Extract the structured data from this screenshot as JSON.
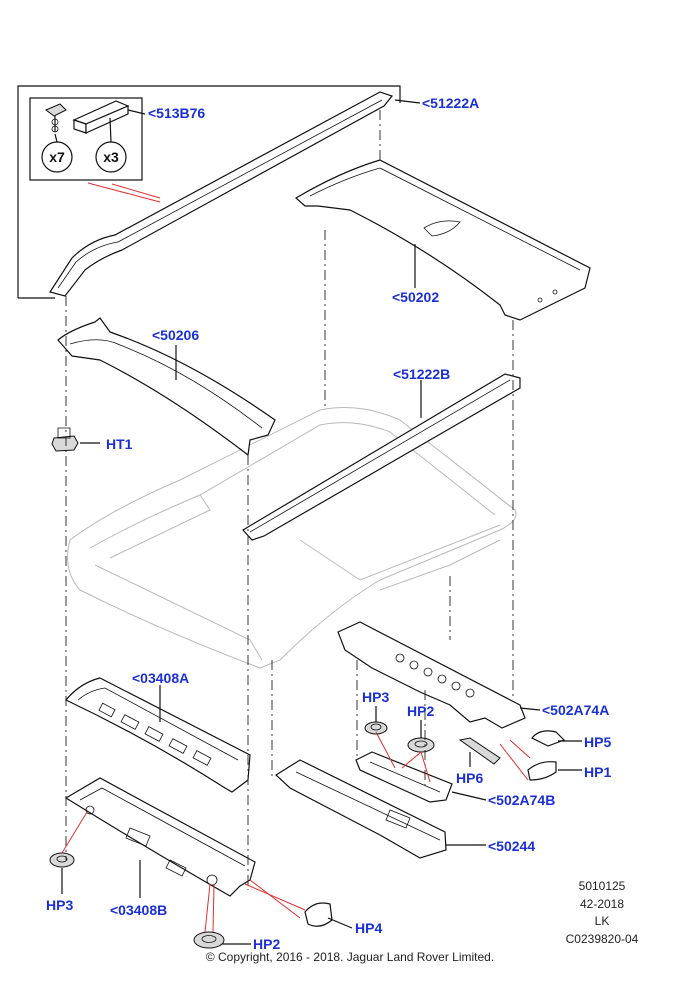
{
  "callouts": {
    "c513B76": "<513B76",
    "c51222A": "<51222A",
    "c50202": "<50202",
    "c50206": "<50206",
    "c51222B": "<51222B",
    "HT1": "HT1",
    "c03408A": "<03408A",
    "HP3_right": "HP3",
    "HP2_right": "HP2",
    "c502A74A": "<502A74A",
    "HP5": "HP5",
    "HP1": "HP1",
    "HP6": "HP6",
    "c502A74B": "<502A74B",
    "c50244": "<50244",
    "HP3_left": "HP3",
    "c03408B": "<03408B",
    "HP4": "HP4",
    "HP2_left": "HP2"
  },
  "quantities": {
    "clip": "x7",
    "block": "x3"
  },
  "meta": {
    "line1": "5010125",
    "line2": "42-2018",
    "line3": "LK",
    "line4": "C0239820-04"
  },
  "copyright": "© Copyright, 2016 - 2018. Jaguar Land Rover Limited.",
  "colors": {
    "callout": "#1a2fd6",
    "leader": "#e03030",
    "line": "#111111",
    "ghost": "#b8b8b8"
  }
}
